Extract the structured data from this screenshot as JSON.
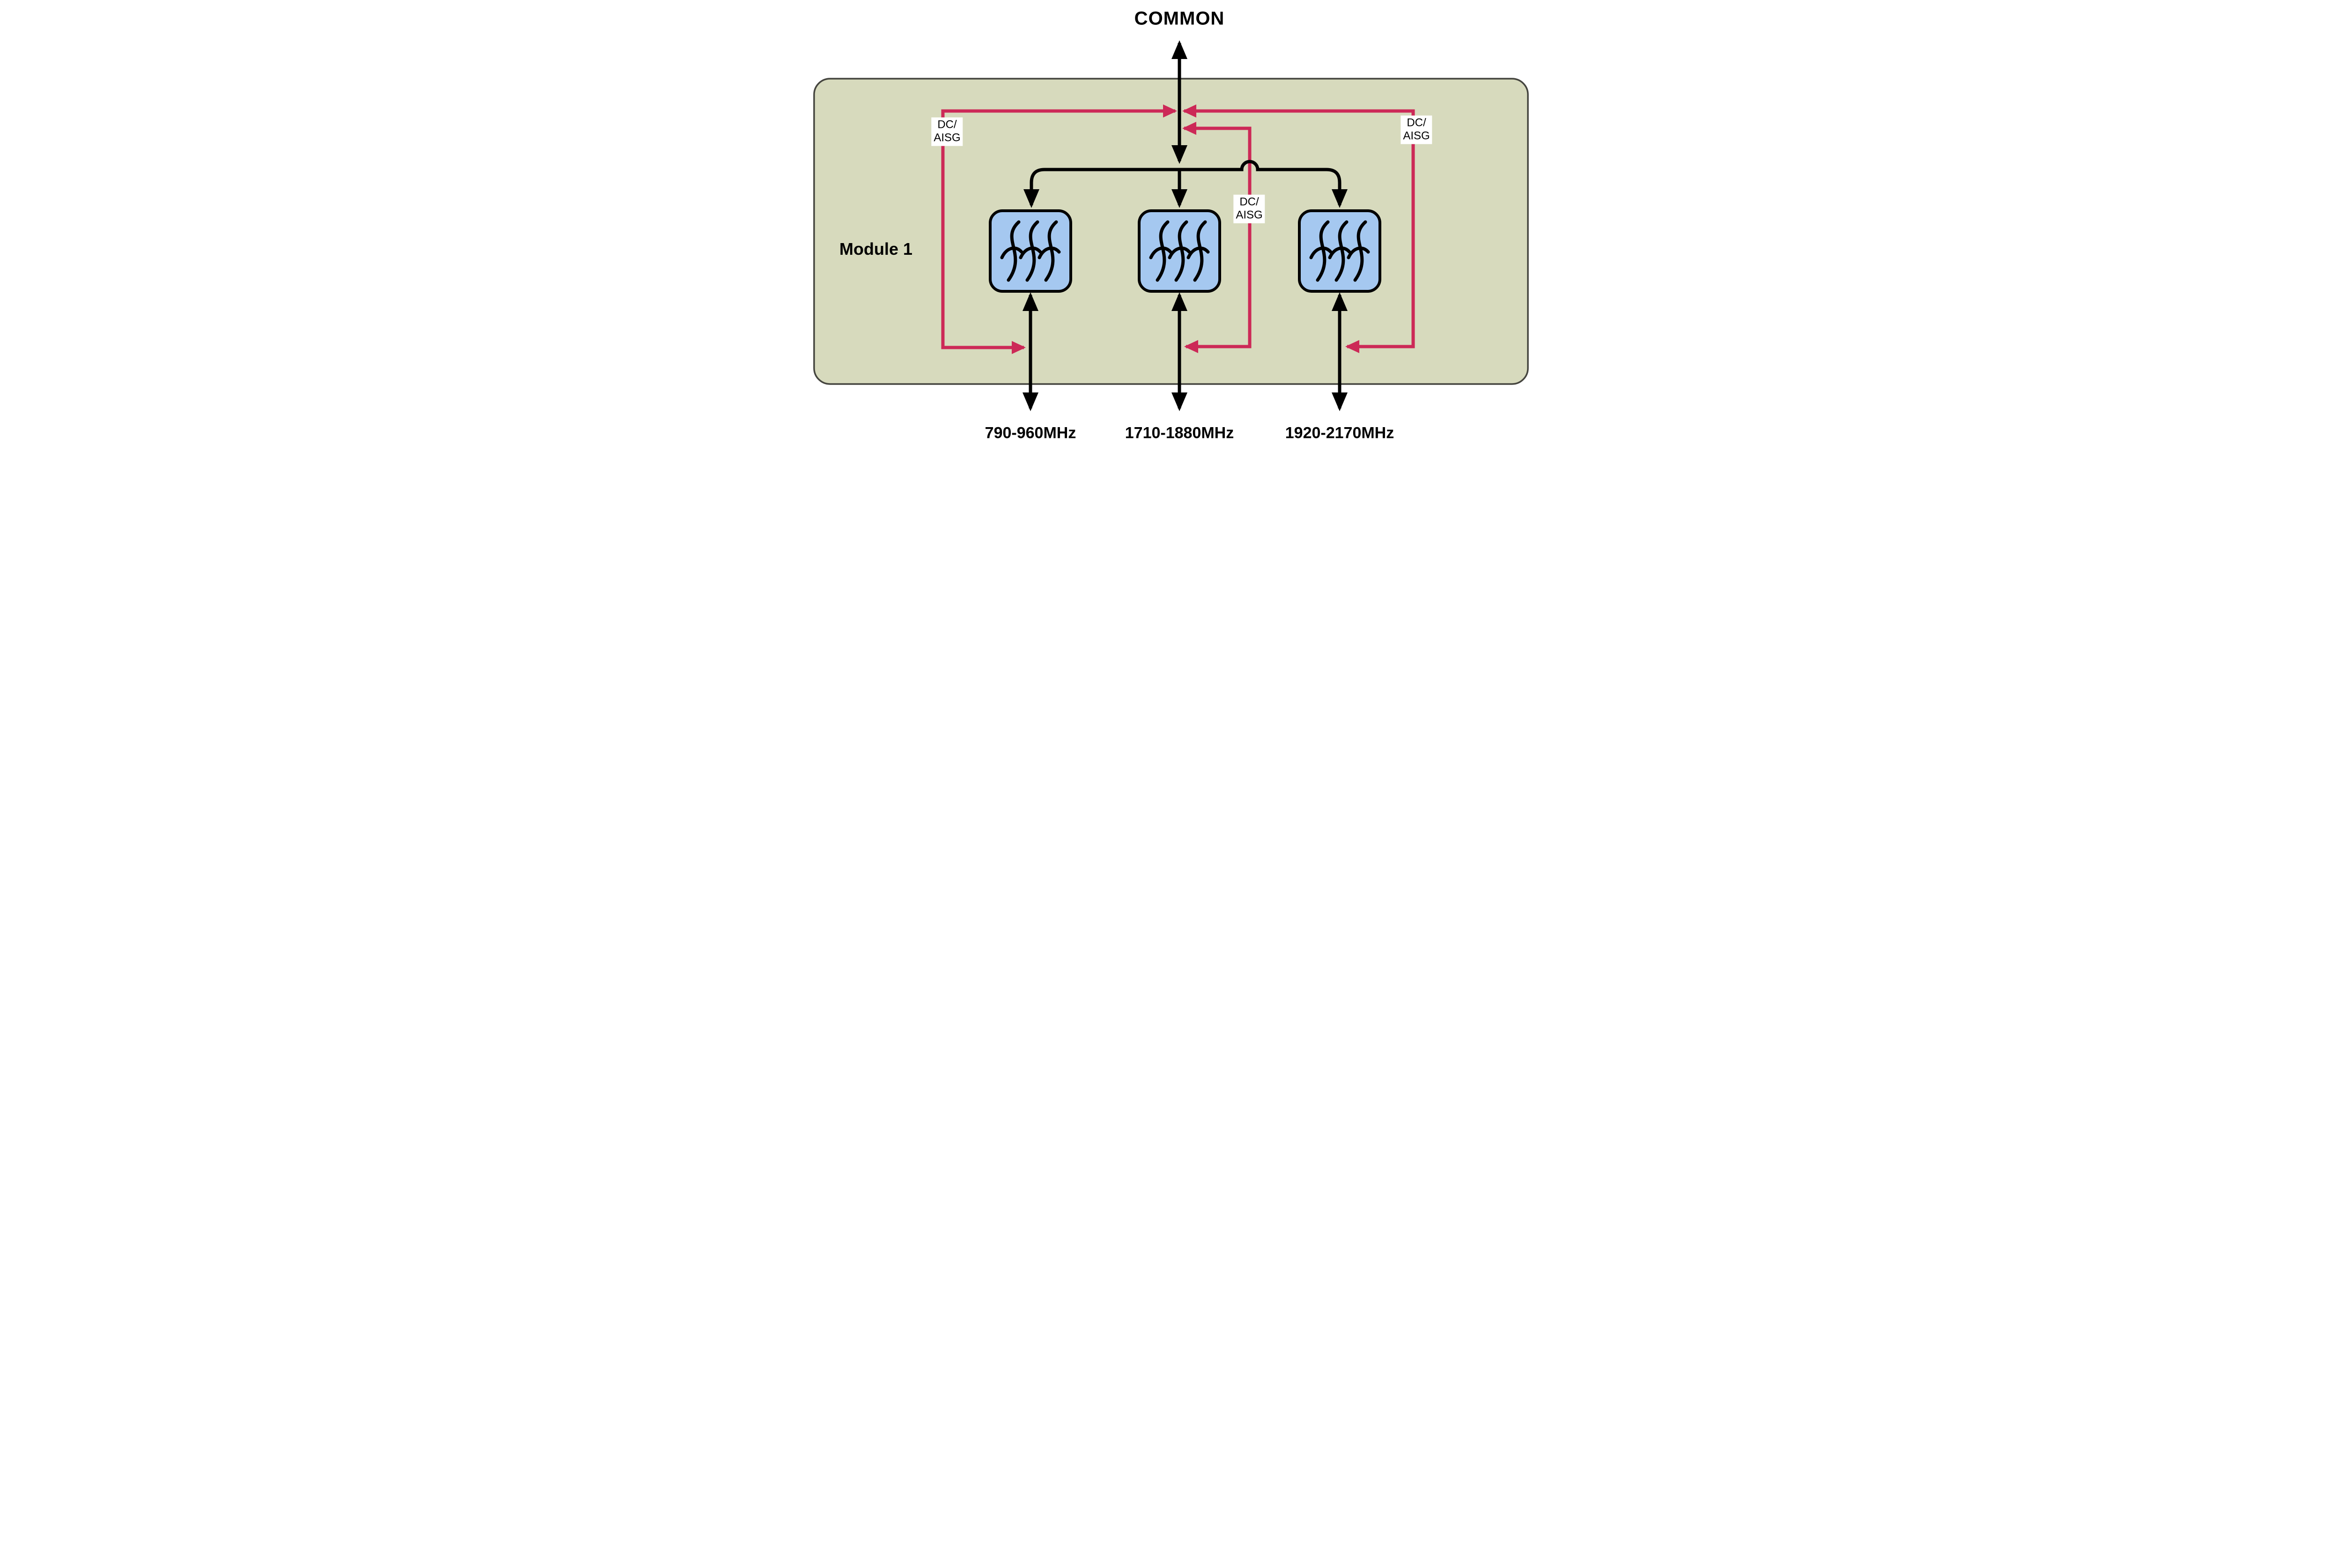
{
  "ports": {
    "common": {
      "label": "COMMON"
    },
    "band1": {
      "label": "790-960MHz"
    },
    "band2": {
      "label": "1710-1880MHz"
    },
    "band3": {
      "label": "1920-2170MHz"
    }
  },
  "module": {
    "label": "Module 1"
  },
  "dc_aisg": {
    "left": "DC/\nAISG",
    "middle": "DC/\nAISG",
    "right": "DC/\nAISG"
  },
  "colors": {
    "module_fill": "#d7dabd",
    "module_border": "#45453f",
    "filter_fill": "#a5c8f0",
    "filter_border": "#000000",
    "signal_line": "#000000",
    "dc_aisg_line": "#cc2957",
    "background": "#ffffff"
  }
}
